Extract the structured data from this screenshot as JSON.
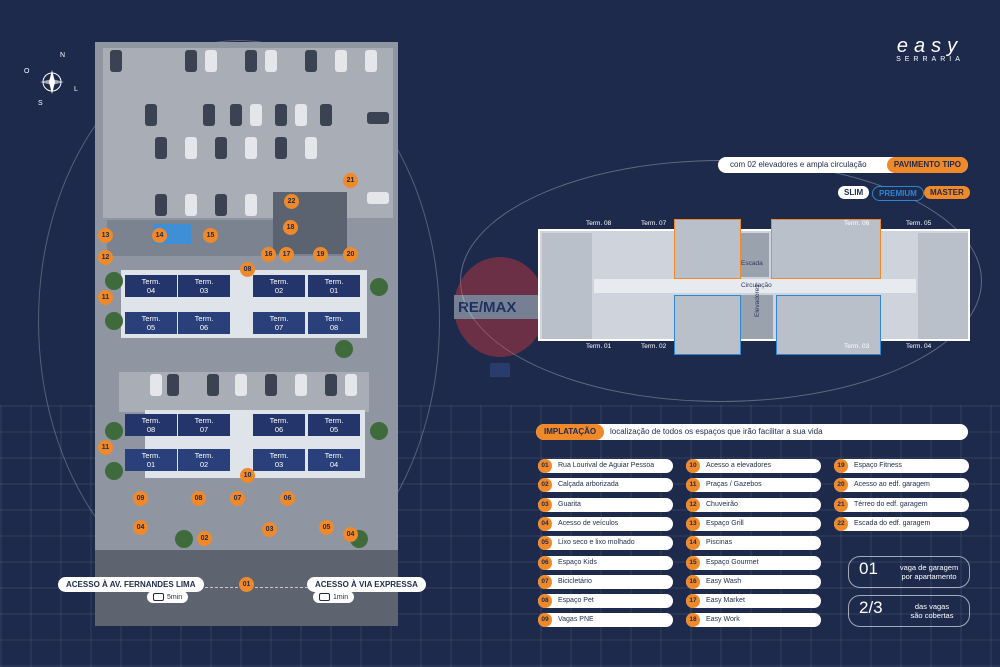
{
  "brand": {
    "name": "easy",
    "subtitle": "SERRARIA"
  },
  "compass": {
    "n": "N",
    "l": "L",
    "o": "O",
    "s": "S"
  },
  "watermark": "RE/MAX",
  "floor": {
    "caption": "com 02 elevadores e ampla circulação",
    "tag": "PAVIMENTO TIPO",
    "types": [
      {
        "label": "SLIM",
        "color": "#ffffff"
      },
      {
        "label": "PREMIUM",
        "color": "#2f86d3"
      },
      {
        "label": "MASTER",
        "color": "#f0892a"
      }
    ],
    "top_terms": [
      "Term. 08",
      "Term. 07",
      "Term. 06",
      "Term. 05"
    ],
    "bottom_terms": [
      "Term. 01",
      "Term. 02",
      "Term. 03",
      "Term. 04"
    ],
    "labels": {
      "stair": "Escada",
      "circ": "Circulação",
      "elev": "Elevadores"
    }
  },
  "site": {
    "pins": [
      "01",
      "02",
      "03",
      "04",
      "05",
      "06",
      "07",
      "08",
      "09",
      "10",
      "11",
      "12",
      "13",
      "14",
      "15",
      "16",
      "17",
      "18",
      "19",
      "20",
      "21",
      "22"
    ],
    "block_a_top": [
      [
        "Term.",
        "04"
      ],
      [
        "Term.",
        "03"
      ],
      [
        "Term.",
        "02"
      ],
      [
        "Term.",
        "01"
      ]
    ],
    "block_a_bottom": [
      [
        "Term.",
        "05"
      ],
      [
        "Term.",
        "06"
      ],
      [
        "Term.",
        "07"
      ],
      [
        "Term.",
        "08"
      ]
    ],
    "block_b_top": [
      [
        "Term.",
        "08"
      ],
      [
        "Term.",
        "07"
      ],
      [
        "Term.",
        "06"
      ],
      [
        "Term.",
        "05"
      ]
    ],
    "block_b_bottom": [
      [
        "Term.",
        "01"
      ],
      [
        "Term.",
        "02"
      ],
      [
        "Term.",
        "03"
      ],
      [
        "Term.",
        "04"
      ]
    ],
    "access_left": "ACESSO À AV. FERNANDES LIMA",
    "access_right": "ACESSO À VIA EXPRESSA",
    "time_left": "5min",
    "time_right": "1min"
  },
  "implantacao": {
    "tag": "IMPLATAÇÃO",
    "caption": "localização de todos os espaços que irão facilitar a sua vida"
  },
  "legend": [
    {
      "n": "01",
      "t": "Rua Lourival de Aguiar Pessoa"
    },
    {
      "n": "02",
      "t": "Calçada arborizada"
    },
    {
      "n": "03",
      "t": "Guarita"
    },
    {
      "n": "04",
      "t": "Acesso de veículos"
    },
    {
      "n": "05",
      "t": "Lixo seco e lixo molhado"
    },
    {
      "n": "06",
      "t": "Espaço Kids"
    },
    {
      "n": "07",
      "t": "Bicicletário"
    },
    {
      "n": "08",
      "t": "Espaço Pet"
    },
    {
      "n": "09",
      "t": "Vagas PNE"
    },
    {
      "n": "10",
      "t": "Acesso a elevadores"
    },
    {
      "n": "11",
      "t": "Praças / Gazebos"
    },
    {
      "n": "12",
      "t": "Chuveirão"
    },
    {
      "n": "13",
      "t": "Espaço Grill"
    },
    {
      "n": "14",
      "t": "Piscinas"
    },
    {
      "n": "15",
      "t": "Espaço Gourmet"
    },
    {
      "n": "16",
      "t": "Easy Wash"
    },
    {
      "n": "17",
      "t": "Easy Market"
    },
    {
      "n": "18",
      "t": "Easy Work"
    },
    {
      "n": "19",
      "t": "Espaço Fitness"
    },
    {
      "n": "20",
      "t": "Acesso ao edf. garagem"
    },
    {
      "n": "21",
      "t": "Térreo do edf. garagem"
    },
    {
      "n": "22",
      "t": "Escada do edf. garagem"
    }
  ],
  "stats": [
    {
      "big": "01",
      "line1": "vaga de garagem",
      "line2": "por apartamento"
    },
    {
      "big": "2/3",
      "line1": "das vagas",
      "line2": "são cobertas"
    }
  ],
  "colors": {
    "background": "#1d2a4b",
    "accent": "#f0892a",
    "premium": "#2f86d3"
  }
}
